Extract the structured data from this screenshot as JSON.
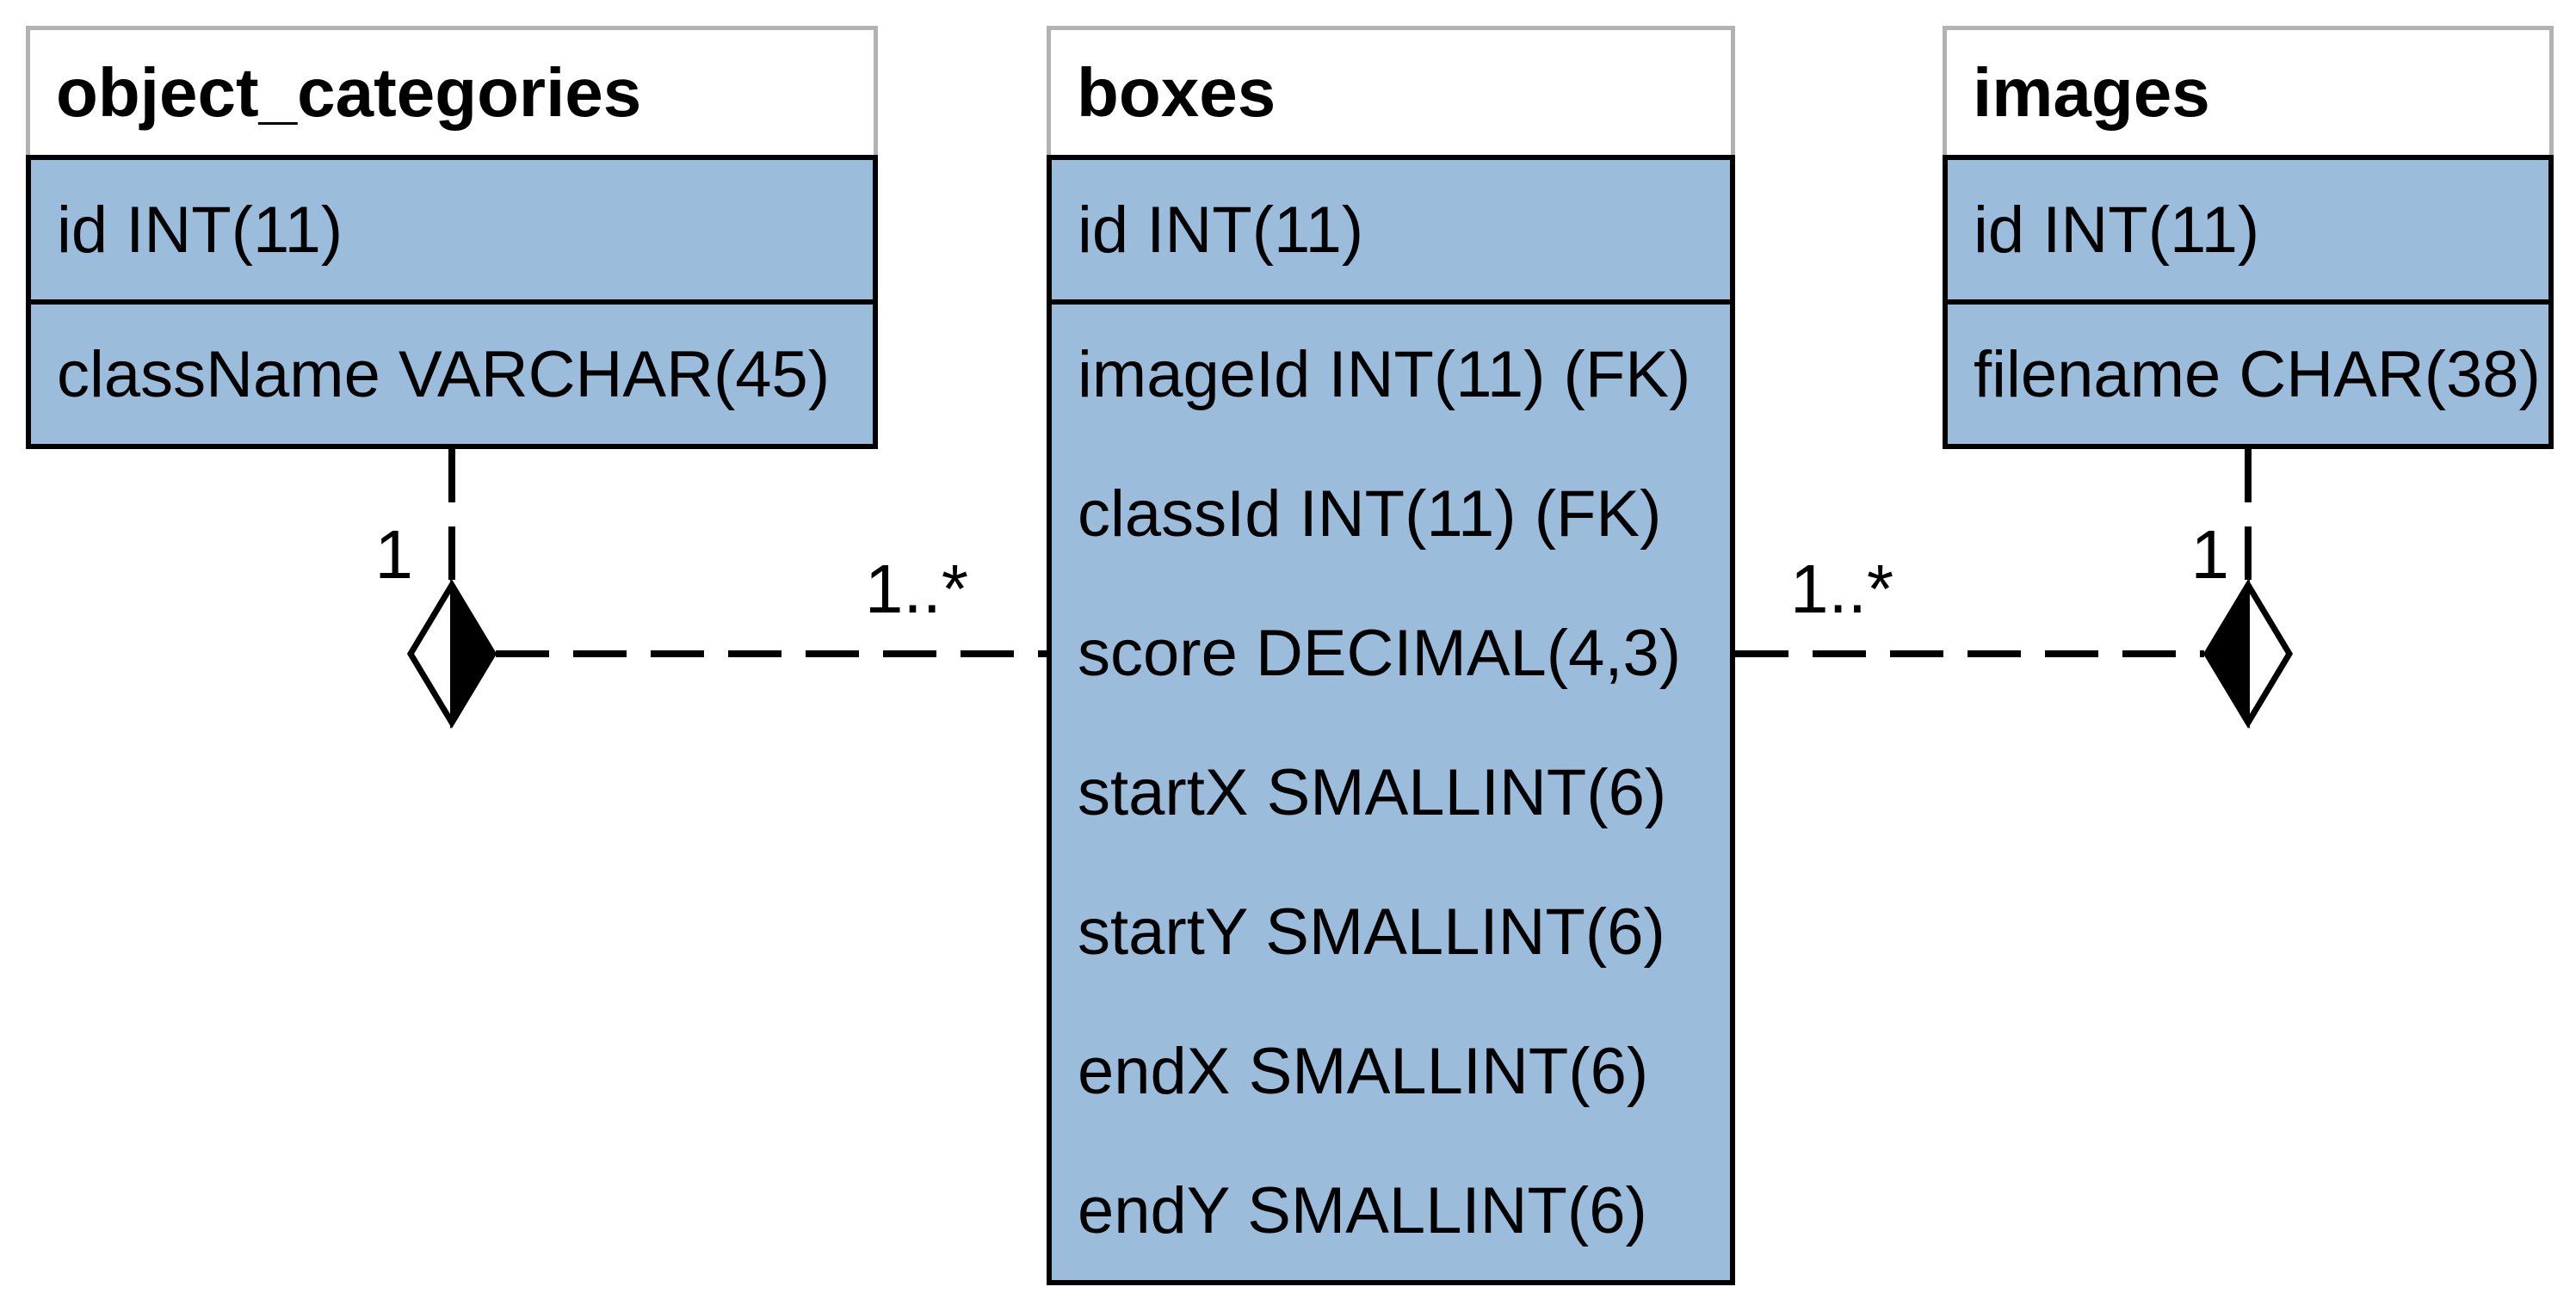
{
  "diagram": {
    "type": "er-diagram",
    "tables": [
      {
        "name": "object_categories",
        "primary_key_fields": [
          "id INT(11)"
        ],
        "fields": [
          "className VARCHAR(45)"
        ]
      },
      {
        "name": "boxes",
        "primary_key_fields": [
          "id INT(11)"
        ],
        "fields": [
          "imageId INT(11) (FK)",
          "classId INT(11) (FK)",
          "score DECIMAL(4,3)",
          "startX SMALLINT(6)",
          "startY SMALLINT(6)",
          "endX SMALLINT(6)",
          "endY SMALLINT(6)"
        ]
      },
      {
        "name": "images",
        "primary_key_fields": [
          "id INT(11)"
        ],
        "fields": [
          "filename CHAR(38)"
        ]
      }
    ],
    "relationships": [
      {
        "from_table": "object_categories",
        "to_table": "boxes",
        "from_cardinality": "1",
        "to_cardinality": "1..*",
        "line_style": "dashed",
        "connector": "half-filled-diamond"
      },
      {
        "from_table": "images",
        "to_table": "boxes",
        "from_cardinality": "1",
        "to_cardinality": "1..*",
        "line_style": "dashed",
        "connector": "half-filled-diamond"
      }
    ],
    "colors": {
      "field_row_fill": "#9bbcdb",
      "header_fill": "#ffffff",
      "header_border": "#b2b2b2",
      "line_color": "#000000",
      "background": "#ffffff"
    }
  }
}
